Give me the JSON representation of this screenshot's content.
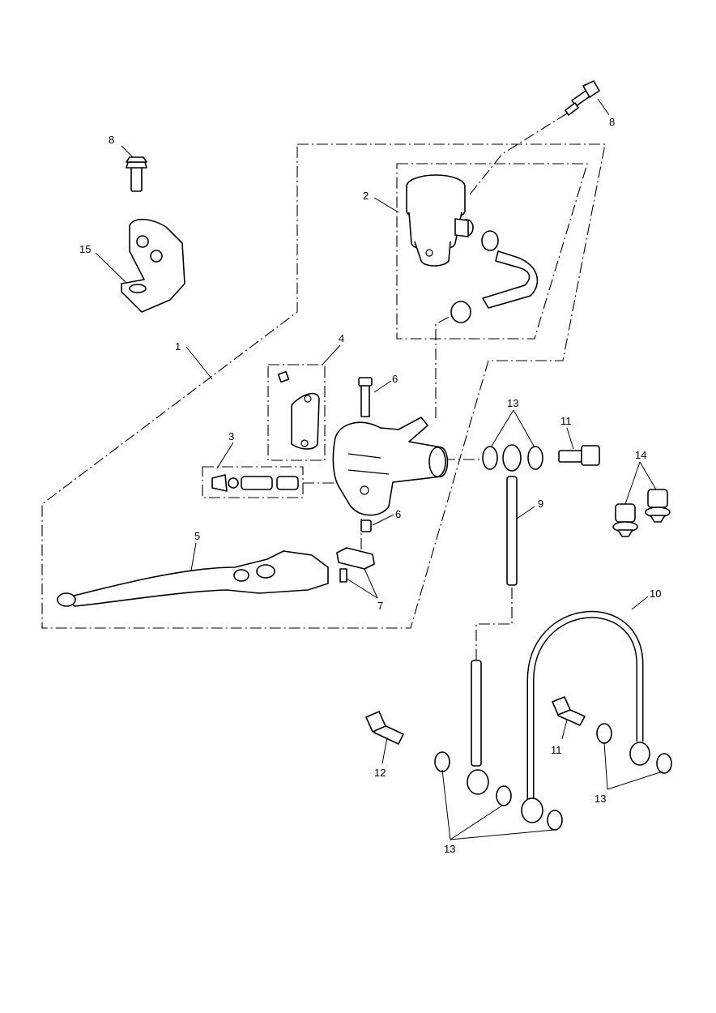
{
  "diagram": {
    "colors": {
      "line": "#000000",
      "background": "#ffffff"
    },
    "callouts": [
      {
        "id": "c1",
        "label": "1"
      },
      {
        "id": "c2",
        "label": "2"
      },
      {
        "id": "c3",
        "label": "3"
      },
      {
        "id": "c4",
        "label": "4"
      },
      {
        "id": "c5",
        "label": "5"
      },
      {
        "id": "c6a",
        "label": "6"
      },
      {
        "id": "c6b",
        "label": "6"
      },
      {
        "id": "c7",
        "label": "7"
      },
      {
        "id": "c8a",
        "label": "8"
      },
      {
        "id": "c8b",
        "label": "8"
      },
      {
        "id": "c9",
        "label": "9"
      },
      {
        "id": "c10",
        "label": "10"
      },
      {
        "id": "c11a",
        "label": "11"
      },
      {
        "id": "c11b",
        "label": "11"
      },
      {
        "id": "c12",
        "label": "12"
      },
      {
        "id": "c13a",
        "label": "13"
      },
      {
        "id": "c13b",
        "label": "13"
      },
      {
        "id": "c13c",
        "label": "13"
      },
      {
        "id": "c14",
        "label": "14"
      },
      {
        "id": "c15",
        "label": "15"
      }
    ]
  }
}
